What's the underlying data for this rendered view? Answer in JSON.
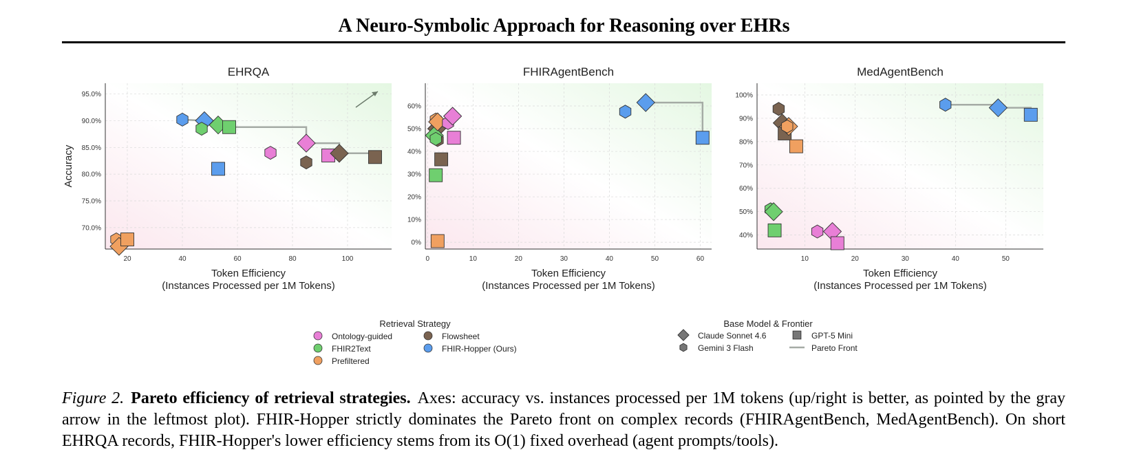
{
  "page_title": "A Neuro-Symbolic Approach for Reasoning over EHRs",
  "caption": {
    "label": "Figure 2.",
    "bold": "Pareto efficiency of retrieval strategies.",
    "text": "Axes: accuracy vs. instances processed per 1M tokens (up/right is better, as pointed by the gray arrow in the leftmost plot). FHIR-Hopper strictly dominates the Pareto front on complex records (FHIRAgentBench, MedAgentBench). On short EHRQA records, FHIR-Hopper's lower efficiency stems from its O(1) fixed overhead (agent prompts/tools)."
  },
  "colors": {
    "Ontology-guided": "#e87fd6",
    "FHIR2Text": "#6fcf6f",
    "Prefiltered": "#f0a060",
    "Flowsheet": "#7a6350",
    "FHIR-Hopper (Ours)": "#5b9ded",
    "pareto": "#a5aba5",
    "arrow": "#6b7a6b"
  },
  "legend": {
    "strategy_title": "Retrieval Strategy",
    "strategies": [
      "Ontology-guided",
      "FHIR2Text",
      "Prefiltered",
      "Flowsheet",
      "FHIR-Hopper (Ours)"
    ],
    "model_title": "Base Model & Frontier",
    "models": [
      {
        "name": "Claude Sonnet 4.6",
        "marker": "diamond"
      },
      {
        "name": "Gemini 3 Flash",
        "marker": "hexagon"
      },
      {
        "name": "GPT-5 Mini",
        "marker": "square"
      },
      {
        "name": "Pareto Front",
        "marker": "line"
      }
    ]
  },
  "chart_data": [
    {
      "type": "scatter",
      "title": "EHRQA",
      "xlabel": "Token Efficiency\n(Instances Processed per 1M Tokens)",
      "ylabel": "Accuracy",
      "xlim": [
        12,
        116
      ],
      "ylim": [
        66.0,
        97.0
      ],
      "xticks": [
        20,
        40,
        60,
        80,
        100
      ],
      "yticks": [
        70,
        75,
        80,
        85,
        90,
        95
      ],
      "ytick_format": "pct1",
      "grid": true,
      "has_arrow": true,
      "points": [
        {
          "strategy": "FHIR-Hopper (Ours)",
          "model": "Gemini 3 Flash",
          "x": 40,
          "y": 90.2
        },
        {
          "strategy": "FHIR-Hopper (Ours)",
          "model": "Claude Sonnet 4.6",
          "x": 48,
          "y": 90.0
        },
        {
          "strategy": "FHIR-Hopper (Ours)",
          "model": "GPT-5 Mini",
          "x": 53,
          "y": 81.0
        },
        {
          "strategy": "FHIR2Text",
          "model": "Gemini 3 Flash",
          "x": 47,
          "y": 88.5
        },
        {
          "strategy": "FHIR2Text",
          "model": "Claude Sonnet 4.6",
          "x": 53,
          "y": 89.2
        },
        {
          "strategy": "FHIR2Text",
          "model": "GPT-5 Mini",
          "x": 57,
          "y": 88.8
        },
        {
          "strategy": "Ontology-guided",
          "model": "Gemini 3 Flash",
          "x": 72,
          "y": 84.0
        },
        {
          "strategy": "Ontology-guided",
          "model": "Claude Sonnet 4.6",
          "x": 85,
          "y": 85.8
        },
        {
          "strategy": "Ontology-guided",
          "model": "GPT-5 Mini",
          "x": 93,
          "y": 83.5
        },
        {
          "strategy": "Flowsheet",
          "model": "Gemini 3 Flash",
          "x": 85,
          "y": 82.2
        },
        {
          "strategy": "Flowsheet",
          "model": "Claude Sonnet 4.6",
          "x": 97,
          "y": 83.9
        },
        {
          "strategy": "Flowsheet",
          "model": "GPT-5 Mini",
          "x": 110,
          "y": 83.2
        },
        {
          "strategy": "Prefiltered",
          "model": "Gemini 3 Flash",
          "x": 16,
          "y": 67.8
        },
        {
          "strategy": "Prefiltered",
          "model": "Claude Sonnet 4.6",
          "x": 17,
          "y": 66.5
        },
        {
          "strategy": "Prefiltered",
          "model": "GPT-5 Mini",
          "x": 20,
          "y": 67.8
        }
      ],
      "pareto": [
        [
          40,
          90.2
        ],
        [
          48,
          90.0
        ],
        [
          53,
          89.2
        ],
        [
          57,
          88.8
        ],
        [
          85,
          88.8
        ],
        [
          85,
          85.8
        ],
        [
          97,
          85.8
        ],
        [
          97,
          83.9
        ],
        [
          110,
          83.9
        ],
        [
          110,
          83.2
        ]
      ]
    },
    {
      "type": "scatter",
      "title": "FHIRAgentBench",
      "xlabel": "Token Efficiency\n(Instances Processed per 1M Tokens)",
      "ylabel": "",
      "xlim": [
        -0.5,
        62.5
      ],
      "ylim": [
        -3,
        70
      ],
      "xticks": [
        0,
        10,
        20,
        30,
        40,
        50,
        60
      ],
      "yticks": [
        0,
        10,
        20,
        30,
        40,
        50,
        60
      ],
      "ytick_format": "pct0",
      "grid": true,
      "has_arrow": false,
      "points": [
        {
          "strategy": "Flowsheet",
          "model": "Claude Sonnet 4.6",
          "x": 2.0,
          "y": 50.0
        },
        {
          "strategy": "Flowsheet",
          "model": "Gemini 3 Flash",
          "x": 2.2,
          "y": 45.0
        },
        {
          "strategy": "Flowsheet",
          "model": "GPT-5 Mini",
          "x": 3.0,
          "y": 36.5
        },
        {
          "strategy": "FHIR2Text",
          "model": "Claude Sonnet 4.6",
          "x": 1.5,
          "y": 47.0
        },
        {
          "strategy": "FHIR2Text",
          "model": "Gemini 3 Flash",
          "x": 1.8,
          "y": 45.5
        },
        {
          "strategy": "FHIR2Text",
          "model": "GPT-5 Mini",
          "x": 1.8,
          "y": 29.5
        },
        {
          "strategy": "Prefiltered",
          "model": "Gemini 3 Flash",
          "x": 1.8,
          "y": 54.0
        },
        {
          "strategy": "Prefiltered",
          "model": "Claude Sonnet 4.6",
          "x": 2.2,
          "y": 53.0
        },
        {
          "strategy": "Prefiltered",
          "model": "GPT-5 Mini",
          "x": 2.2,
          "y": 0.5
        },
        {
          "strategy": "Ontology-guided",
          "model": "Gemini 3 Flash",
          "x": 4.5,
          "y": 52.5
        },
        {
          "strategy": "Ontology-guided",
          "model": "Claude Sonnet 4.6",
          "x": 5.5,
          "y": 55.5
        },
        {
          "strategy": "Ontology-guided",
          "model": "GPT-5 Mini",
          "x": 5.8,
          "y": 46.0
        },
        {
          "strategy": "FHIR-Hopper (Ours)",
          "model": "Gemini 3 Flash",
          "x": 43.5,
          "y": 57.5
        },
        {
          "strategy": "FHIR-Hopper (Ours)",
          "model": "Claude Sonnet 4.6",
          "x": 48,
          "y": 61.5
        },
        {
          "strategy": "FHIR-Hopper (Ours)",
          "model": "GPT-5 Mini",
          "x": 60.5,
          "y": 46.0
        }
      ],
      "pareto": [
        [
          48,
          61.5
        ],
        [
          60.5,
          61.5
        ],
        [
          60.5,
          46.0
        ]
      ]
    },
    {
      "type": "scatter",
      "title": "MedAgentBench",
      "xlabel": "Token Efficiency\n(Instances Processed per 1M Tokens)",
      "ylabel": "",
      "xlim": [
        0.5,
        57.5
      ],
      "ylim": [
        34,
        105
      ],
      "xticks": [
        10,
        20,
        30,
        40,
        50
      ],
      "yticks": [
        40,
        50,
        60,
        70,
        80,
        90,
        100
      ],
      "ytick_format": "pct0",
      "grid": true,
      "has_arrow": false,
      "points": [
        {
          "strategy": "FHIR2Text",
          "model": "Gemini 3 Flash",
          "x": 3.2,
          "y": 51.0
        },
        {
          "strategy": "FHIR2Text",
          "model": "Claude Sonnet 4.6",
          "x": 3.8,
          "y": 50.0
        },
        {
          "strategy": "FHIR2Text",
          "model": "GPT-5 Mini",
          "x": 4.0,
          "y": 42.0
        },
        {
          "strategy": "Flowsheet",
          "model": "Gemini 3 Flash",
          "x": 4.8,
          "y": 94.0
        },
        {
          "strategy": "Flowsheet",
          "model": "Claude Sonnet 4.6",
          "x": 5.5,
          "y": 88.0
        },
        {
          "strategy": "Flowsheet",
          "model": "GPT-5 Mini",
          "x": 6.0,
          "y": 83.5
        },
        {
          "strategy": "Prefiltered",
          "model": "Claude Sonnet 4.6",
          "x": 6.8,
          "y": 86.5
        },
        {
          "strategy": "Prefiltered",
          "model": "Gemini 3 Flash",
          "x": 6.5,
          "y": 86.5
        },
        {
          "strategy": "Prefiltered",
          "model": "GPT-5 Mini",
          "x": 8.3,
          "y": 78.0
        },
        {
          "strategy": "Ontology-guided",
          "model": "Gemini 3 Flash",
          "x": 12.5,
          "y": 41.5
        },
        {
          "strategy": "Ontology-guided",
          "model": "Claude Sonnet 4.6",
          "x": 15.5,
          "y": 41.5
        },
        {
          "strategy": "Ontology-guided",
          "model": "GPT-5 Mini",
          "x": 16.5,
          "y": 36.5
        },
        {
          "strategy": "FHIR-Hopper (Ours)",
          "model": "Gemini 3 Flash",
          "x": 38,
          "y": 95.8
        },
        {
          "strategy": "FHIR-Hopper (Ours)",
          "model": "Claude Sonnet 4.6",
          "x": 48.5,
          "y": 94.5
        },
        {
          "strategy": "FHIR-Hopper (Ours)",
          "model": "GPT-5 Mini",
          "x": 55,
          "y": 91.5
        }
      ],
      "pareto": [
        [
          38,
          95.8
        ],
        [
          48.5,
          95.8
        ],
        [
          48.5,
          94.5
        ],
        [
          55,
          94.5
        ],
        [
          55,
          91.5
        ]
      ]
    }
  ]
}
